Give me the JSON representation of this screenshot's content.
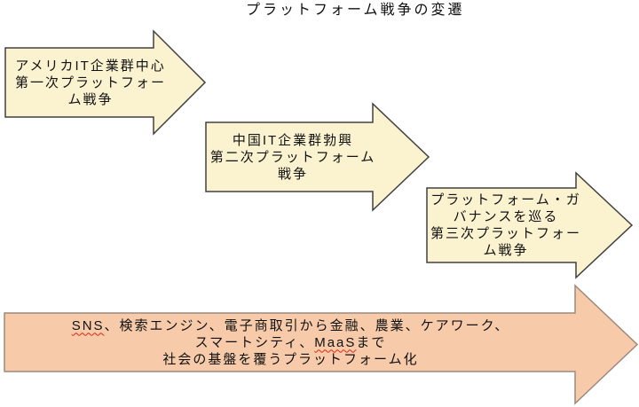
{
  "title": "プラットフォーム戦争の変遷",
  "colors": {
    "cream_fill": "#fbf2d0",
    "cream_border": "#404040",
    "salmon_fill": "#f7cbaa",
    "salmon_border": "#9b8a7d",
    "text": "#111111",
    "misspell_underline": "#e02412"
  },
  "arrows": {
    "first": {
      "lines": [
        "アメリカIT企業群中心",
        "第一次プラットフォー",
        "ム戦争"
      ]
    },
    "second": {
      "lines": [
        "中国IT企業群勃興",
        "第二次プラットフォーム",
        "戦争"
      ]
    },
    "third": {
      "lines": [
        "プラットフォーム・ガ",
        "バナンスを巡る",
        "第三次プラットフォー",
        "ム戦争"
      ]
    },
    "bottom": {
      "line1_sns": "SNS",
      "line1_rest": "、検索エンジン、電子商取引から金融、農業、ケアワーク、",
      "line2_prefix": "スマートシティ、",
      "line2_maas": "MaaS",
      "line2_suffix": "まで",
      "line3": "社会の基盤を覆うプラットフォーム化"
    }
  }
}
